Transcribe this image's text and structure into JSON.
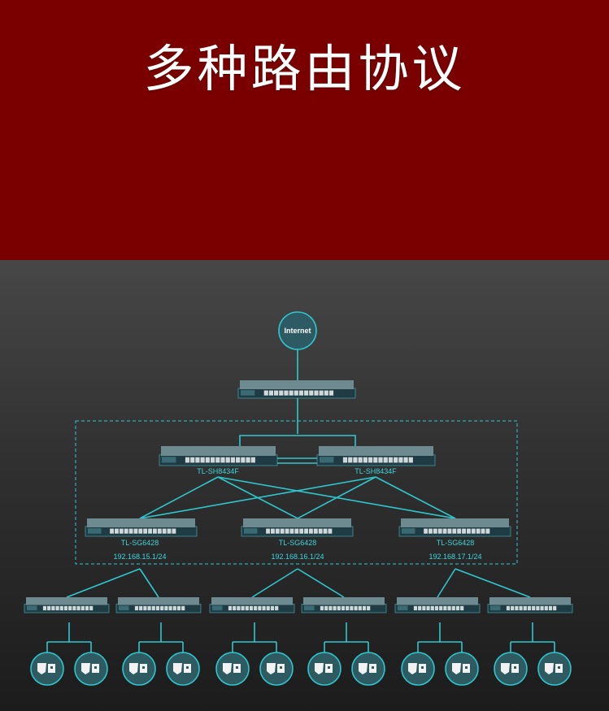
{
  "title": "多种路由协议",
  "colors": {
    "banner": "#7a0000",
    "line": "#2fc7cf",
    "device": "#2f5d66",
    "background": "#2a2a2a"
  },
  "internet": {
    "label": "Internet"
  },
  "router": {
    "icon": "router-icon"
  },
  "core_switches": [
    {
      "model": "TL-SH8434F"
    },
    {
      "model": "TL-SH8434F"
    }
  ],
  "aggregation_switches": [
    {
      "model": "TL-SG6428",
      "ip": "192.168.15.1/24"
    },
    {
      "model": "TL-SG6428",
      "ip": "192.168.16.1/24"
    },
    {
      "model": "TL-SG6428",
      "ip": "192.168.17.1/24"
    }
  ],
  "access_switch_count": 6,
  "endpoint_icon": "camera-icon"
}
